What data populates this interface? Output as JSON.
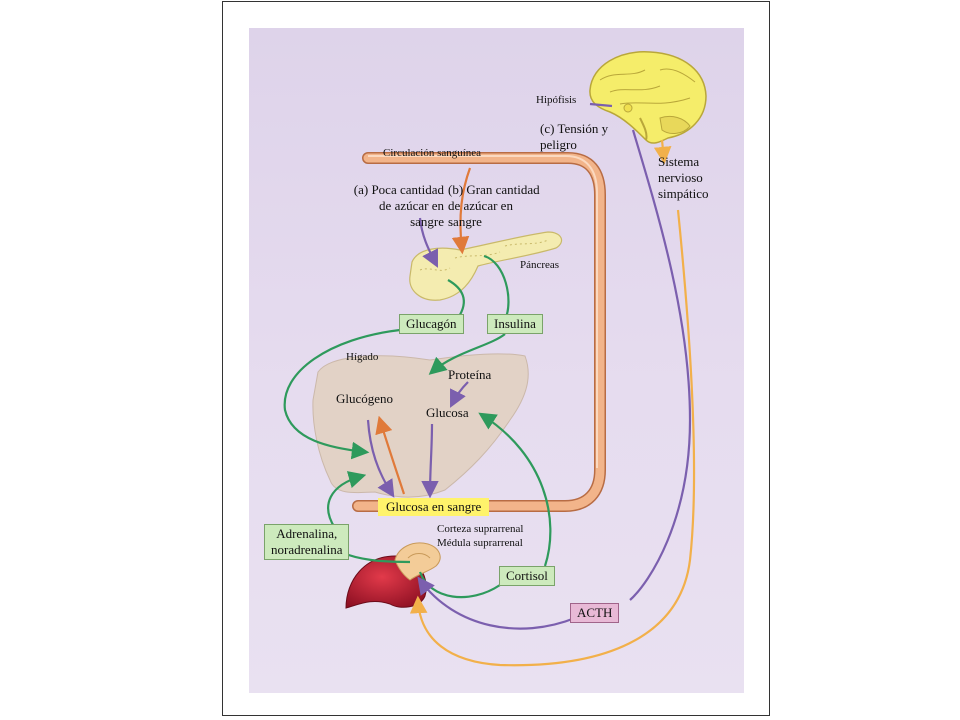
{
  "labels": {
    "hipofisis": "Hipófisis",
    "tension": "(c) Tensión y\npeligro",
    "circulacion": "Circulación sanguínea",
    "poca": "(a) Poca cantidad\nde azúcar en\nsangre",
    "gran": "(b) Gran cantidad\nde azúcar en\nsangre",
    "pancreas": "Páncreas",
    "sistema": "Sistema\nnervioso\nsimpático",
    "higado": "Hígado",
    "proteina": "Proteína",
    "glucogeno": "Glucógeno",
    "glucosa": "Glucosa",
    "glucosa_sangre": "Glucosa en sangre",
    "corteza": "Corteza suprarrenal",
    "medula": "Médula suprarrenal"
  },
  "hormones": {
    "glucagon": "Glucagón",
    "insulina": "Insulina",
    "adrenalina": "Adrenalina,\nnoradrenalina",
    "cortisol": "Cortisol",
    "acth": "ACTH"
  },
  "colors": {
    "green_arrow": "#2e9a5c",
    "purple_arrow": "#7b5fae",
    "orange_arrow": "#e07a3a",
    "yellow_arrow": "#f2b04a",
    "vessel": "#f2b48a",
    "label_green": "#cdeabd",
    "label_pink": "#e8b9d6",
    "label_yellow": "#fff36b"
  }
}
